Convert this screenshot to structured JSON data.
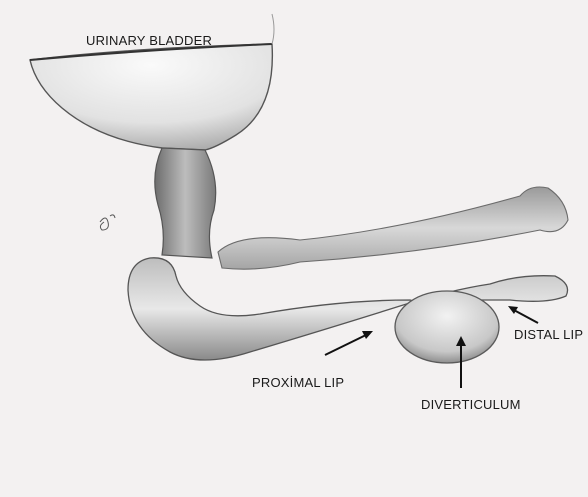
{
  "labels": {
    "bladder": "URINARY BLADDER",
    "distal_lip": "DISTAL LIP",
    "proximal_lip": "PROXİMAL LIP",
    "diverticulum": "DIVERTICULUM"
  },
  "colors": {
    "paper": "#f3f1f1",
    "shade_dark": "#5c5c5c",
    "shade_mid": "#9a9a9a",
    "shade_light": "#d6d6d6",
    "ink": "#1a1a1a"
  }
}
